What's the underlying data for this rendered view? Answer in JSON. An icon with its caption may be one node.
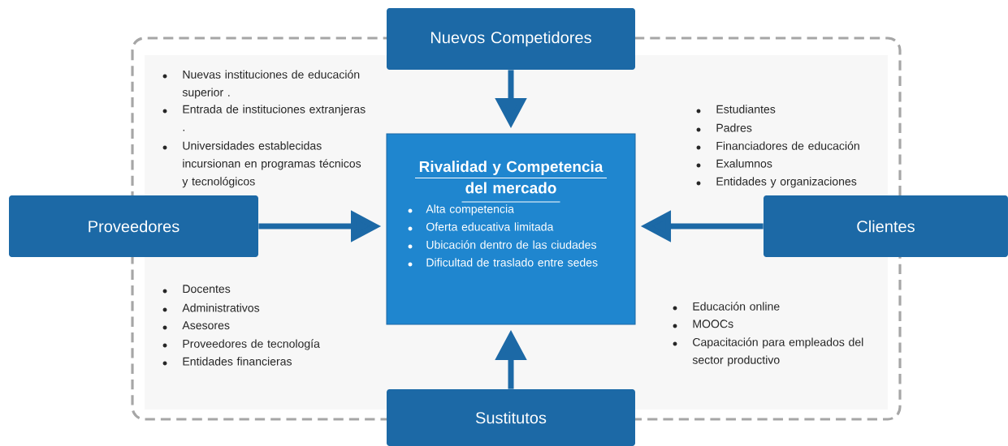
{
  "diagram": {
    "nodes": [
      {
        "text": [
          "Nuevos Competidores"
        ]
      },
      {
        "text": [
          "Proveedores"
        ]
      },
      {
        "text": [
          "Rivalidad y Competencia del mercado",
          "Alta competencia",
          "Oferta educativa limitada",
          "Ubicación dentro de las ciudades",
          "Dificultad de traslado entre sedes"
        ]
      },
      {
        "text": [
          "Clientes"
        ]
      },
      {
        "text": [
          "Sustitutos"
        ]
      }
    ],
    "edges": [
      {
        "from": 0,
        "to": 2,
        "arrow": "to"
      },
      {
        "from": 1,
        "to": 2,
        "arrow": "to"
      },
      {
        "from": 3,
        "to": 2,
        "arrow": "to"
      },
      {
        "from": 4,
        "to": 2,
        "arrow": "to"
      }
    ],
    "labels": [
      "Nuevas instituciones de educación superior .",
      "Entrada de instituciones extranjeras .",
      "Universidades establecidas incursionan en programas técnicos y tecnológicos",
      "Estudiantes",
      "Padres",
      "Financiadores de educación",
      "Exalumnos",
      "Entidades y organizaciones",
      "Docentes",
      "Administrativos",
      "Asesores",
      "Proveedores de tecnología",
      "Entidades financieras",
      "Educación online",
      "MOOCs",
      "Capacitación para empleados del sector productivo"
    ]
  }
}
